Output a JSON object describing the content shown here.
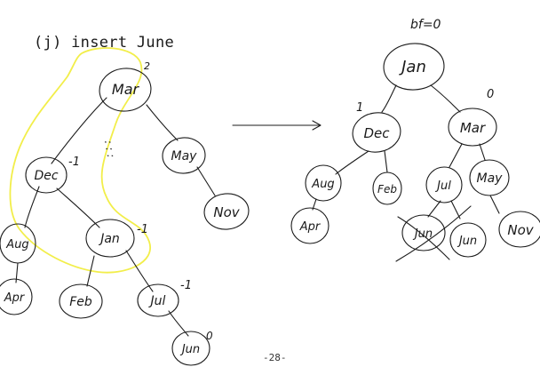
{
  "page": {
    "caption": "(j) insert June",
    "page_number": "-28-"
  },
  "before_tree": {
    "nodes": {
      "mar": "Mar",
      "dec": "Dec",
      "may": "May",
      "nov": "Nov",
      "aug": "Aug",
      "jan": "Jan",
      "apr": "Apr",
      "feb": "Feb",
      "jul": "Jul",
      "jun": "Jun"
    },
    "annotations": {
      "mar_bf": "2",
      "dec_bf": "-1",
      "jan_bf": "-1",
      "jul_bf": "-1",
      "jun_bf": "0",
      "dots": ": : :"
    }
  },
  "after_tree": {
    "top_label": "bf=0",
    "nodes": {
      "jan": "Jan",
      "dec": "Dec",
      "mar": "Mar",
      "aug": "Aug",
      "feb": "Feb",
      "jul": "Jul",
      "may": "May",
      "apr": "Apr",
      "jun_crossed": "Jun",
      "jun": "Jun",
      "nov": "Nov"
    },
    "annotations": {
      "dec_bf": "1",
      "mar_bf": "0"
    }
  }
}
